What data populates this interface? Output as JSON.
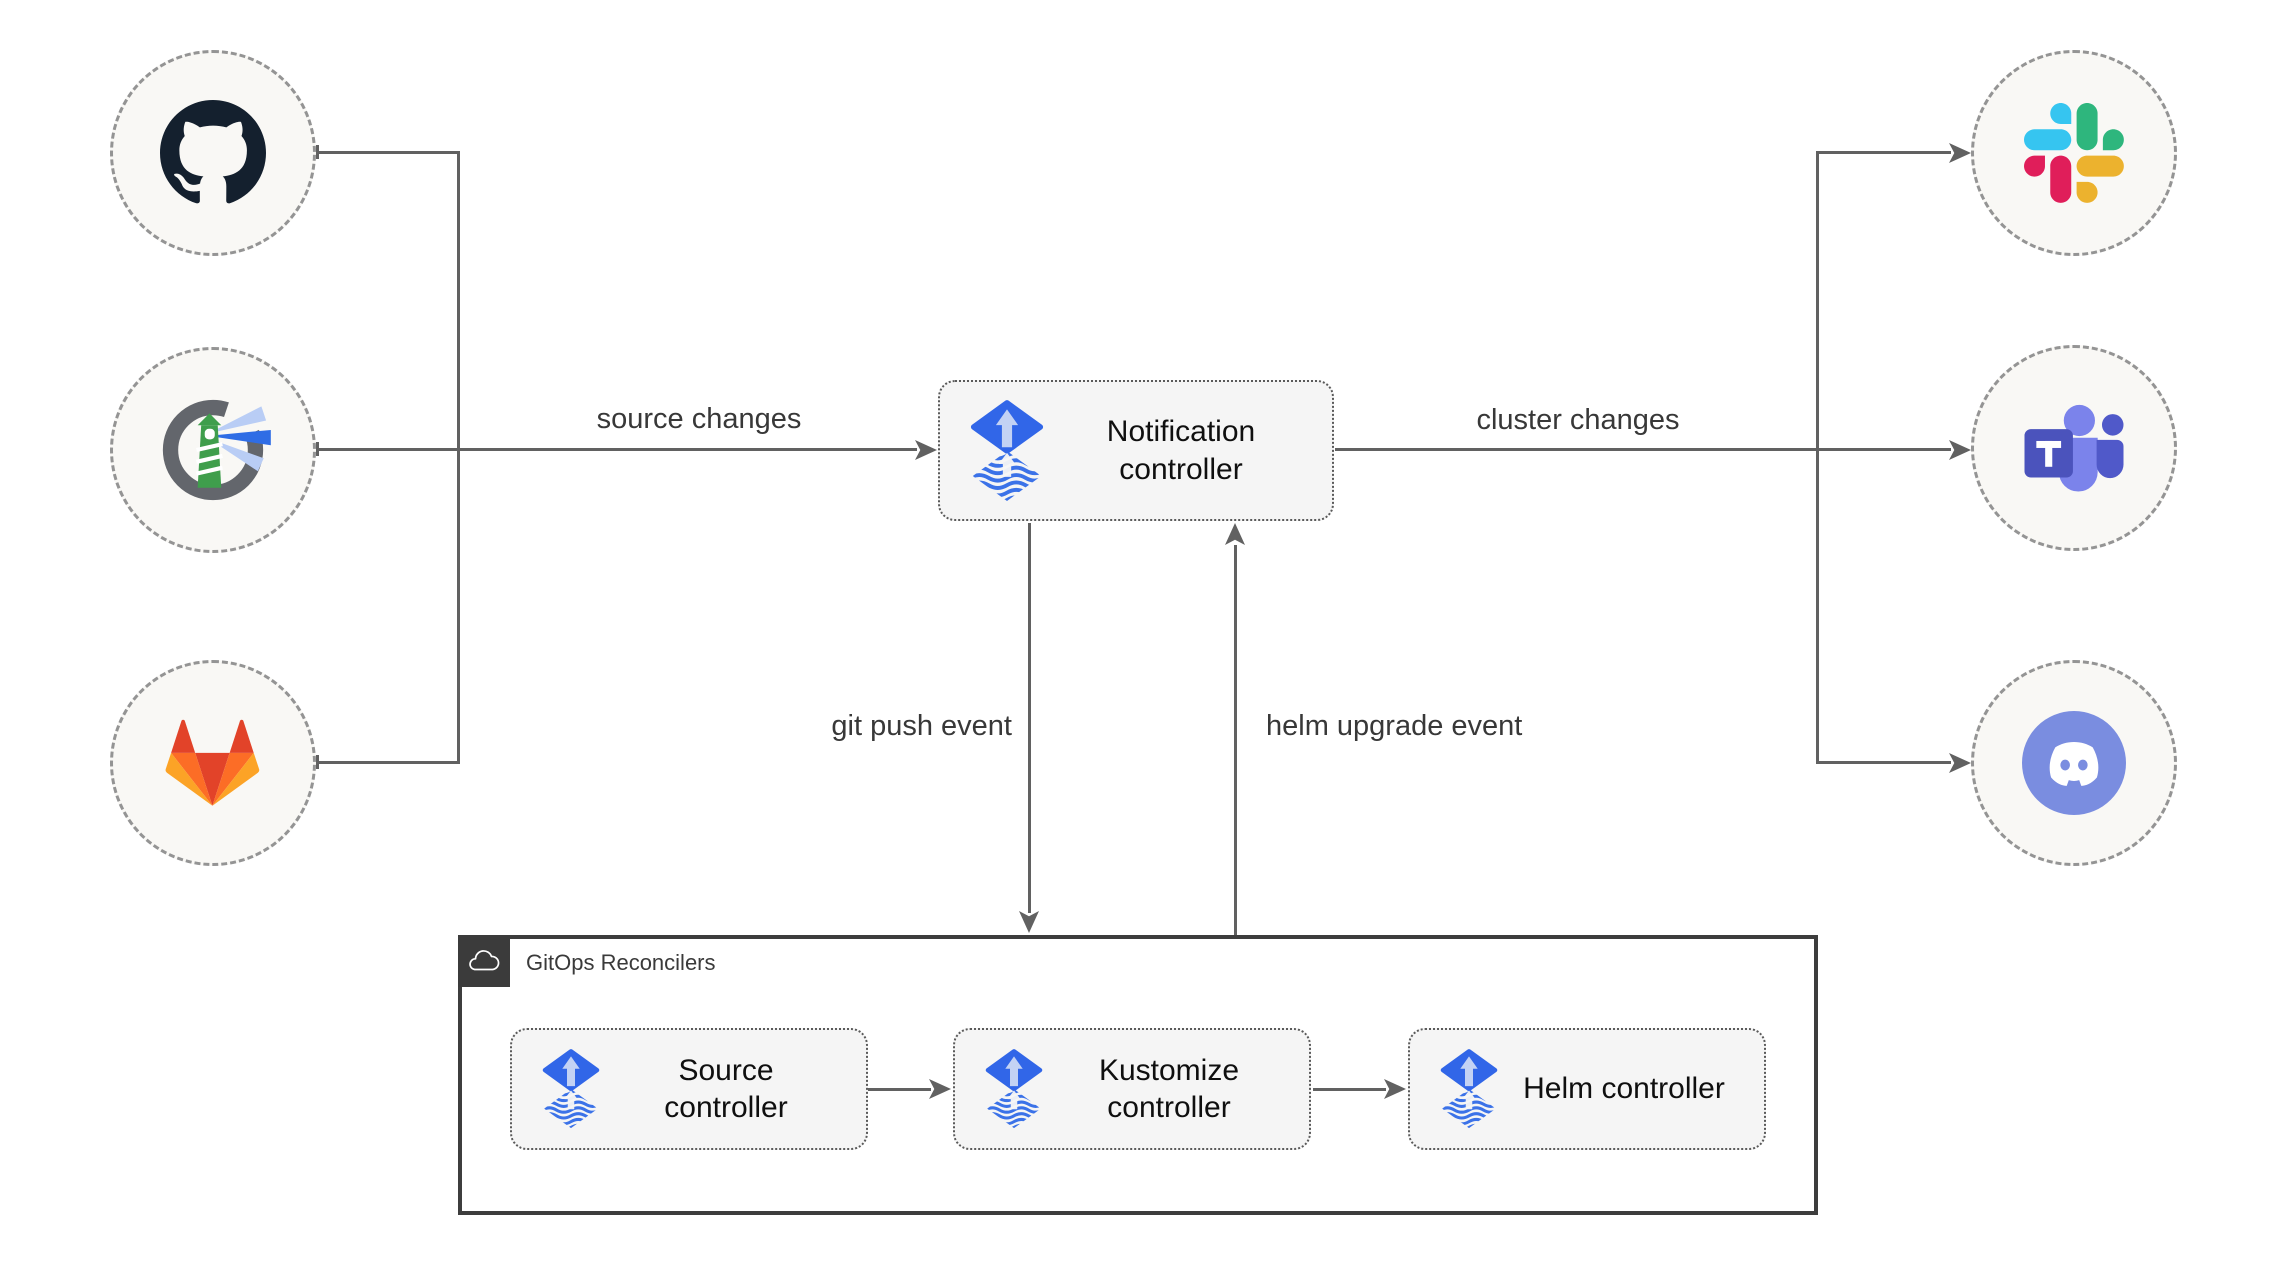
{
  "sources": {
    "items": [
      {
        "name": "github",
        "icon": "github-icon"
      },
      {
        "name": "harbor",
        "icon": "harbor-icon"
      },
      {
        "name": "gitlab",
        "icon": "gitlab-icon"
      }
    ]
  },
  "targets": {
    "items": [
      {
        "name": "slack",
        "icon": "slack-icon"
      },
      {
        "name": "teams",
        "icon": "teams-icon"
      },
      {
        "name": "discord",
        "icon": "discord-icon"
      }
    ]
  },
  "controllers": {
    "notification": {
      "label": "Notification controller",
      "icon": "flux-icon"
    },
    "source": {
      "label": "Source controller",
      "icon": "flux-icon"
    },
    "kustomize": {
      "label": "Kustomize controller",
      "icon": "flux-icon"
    },
    "helm": {
      "label": "Helm controller",
      "icon": "flux-icon"
    }
  },
  "container": {
    "label": "GitOps Reconcilers",
    "icon": "cloud-icon"
  },
  "edge_labels": {
    "source_changes": "source changes",
    "cluster_changes": "cluster changes",
    "git_push": "git push event",
    "helm_upgrade": "helm upgrade event"
  },
  "colors": {
    "flux_blue": "#3166e8",
    "flux_light": "#c3d2f4",
    "line_gray": "#616161",
    "box_fill": "#f5f5f5",
    "node_fill": "#f9f8f5",
    "container_header": "#3b3b3b",
    "github_dark": "#14202e",
    "harbor_green": "#3f9e4c",
    "gitlab_red": "#e24329",
    "gitlab_orange": "#fc6d26",
    "gitlab_yellow": "#fca326",
    "slack_blue": "#36C5F0",
    "slack_green": "#2EB67D",
    "slack_yellow": "#ECB22E",
    "slack_red": "#E01E5A",
    "teams_purple": "#4b53bc",
    "discord_blurple": "#7a8de0"
  }
}
